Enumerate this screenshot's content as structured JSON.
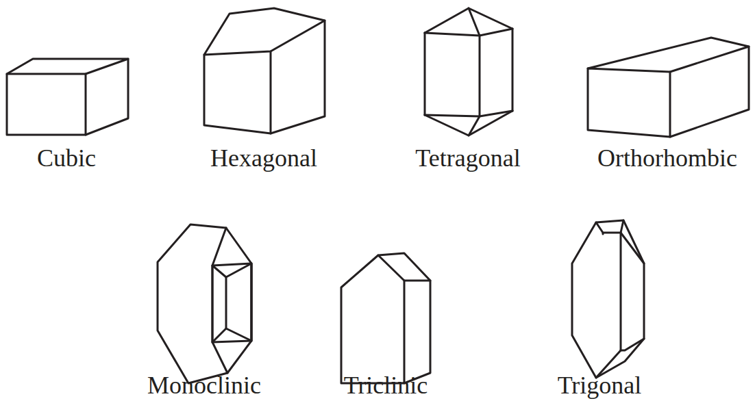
{
  "diagram": {
    "labels": [
      "Cubic",
      "Hexagonal",
      "Tetragonal",
      "Orthorhombic",
      "Monoclinic",
      "Triclinic",
      "Trigonal"
    ]
  }
}
